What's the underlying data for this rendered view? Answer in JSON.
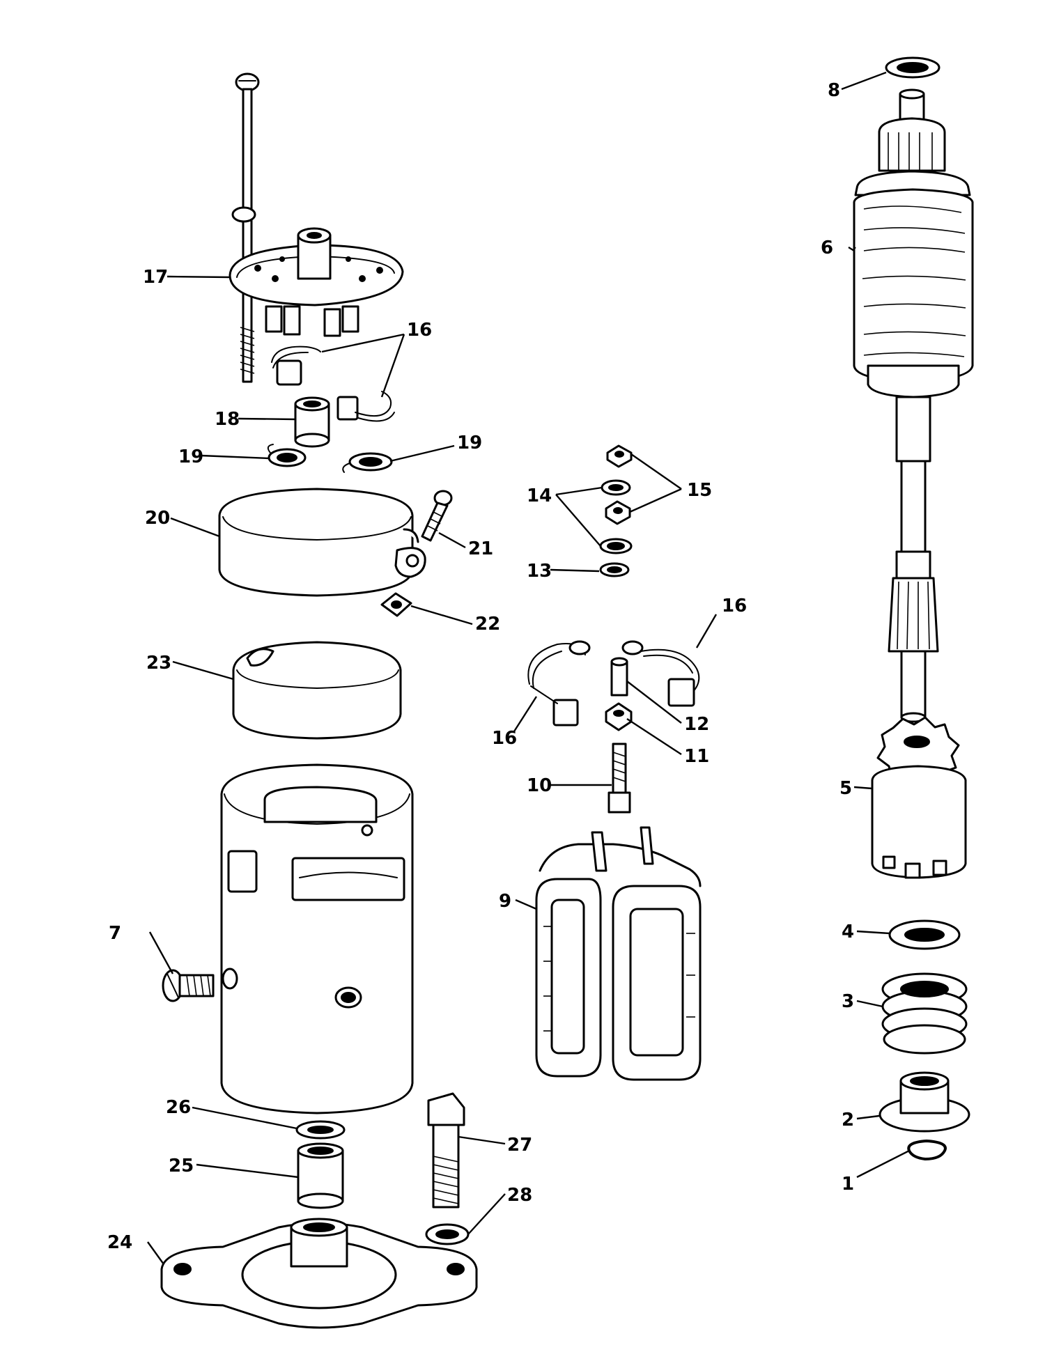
{
  "parts": [
    {
      "key": "p1",
      "label": "1"
    },
    {
      "key": "p2",
      "label": "2"
    },
    {
      "key": "p3",
      "label": "3"
    },
    {
      "key": "p4",
      "label": "4"
    },
    {
      "key": "p5",
      "label": "5"
    },
    {
      "key": "p6",
      "label": "6"
    },
    {
      "key": "p7",
      "label": "7"
    },
    {
      "key": "p8",
      "label": "8"
    },
    {
      "key": "p9",
      "label": "9"
    },
    {
      "key": "p10",
      "label": "10"
    },
    {
      "key": "p11",
      "label": "11"
    },
    {
      "key": "p12",
      "label": "12"
    },
    {
      "key": "p13",
      "label": "13"
    },
    {
      "key": "p14",
      "label": "14"
    },
    {
      "key": "p15",
      "label": "15"
    },
    {
      "key": "p16",
      "label": "16"
    },
    {
      "key": "p17",
      "label": "17"
    },
    {
      "key": "p18",
      "label": "18"
    },
    {
      "key": "p19",
      "label": "19"
    },
    {
      "key": "p20",
      "label": "20"
    },
    {
      "key": "p21",
      "label": "21"
    },
    {
      "key": "p22",
      "label": "22"
    },
    {
      "key": "p23",
      "label": "23"
    },
    {
      "key": "p24",
      "label": "24"
    },
    {
      "key": "p25",
      "label": "25"
    },
    {
      "key": "p26",
      "label": "26"
    },
    {
      "key": "p27",
      "label": "27"
    },
    {
      "key": "p28",
      "label": "28"
    }
  ]
}
